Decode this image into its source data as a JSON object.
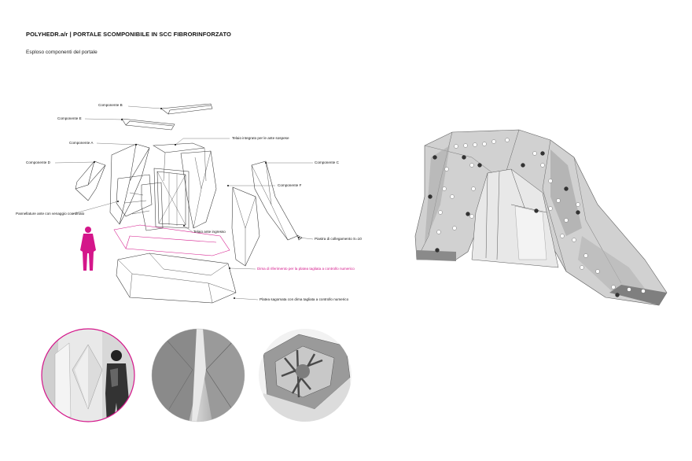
{
  "header": {
    "title": "POLYHEDR.a/r | PORTALE SCOMPONIBILE IN SCC FIBRORINFORZATO",
    "subtitle": "Esploso componenti del portale"
  },
  "labels": {
    "componente_b": "Componente B",
    "componente_e": "Componente E",
    "componente_a": "Componente A",
    "componente_d": "Componente D",
    "componente_c": "Componente C",
    "componente_f": "Componente F",
    "telaio_integrato": "Telaio integrato per le ante sospese",
    "pannellature": "Pannellature ante con venaggio coordinato",
    "telaio_ingresso": "Telaio ante ingresso",
    "piastra": "Piastra di collegamento S=10",
    "dima": "Dima di riferimento per la platea tagliata a controllo numerico",
    "platea": "Platea sagomata con dima tagliata a controllo numerico"
  },
  "colors": {
    "accent": "#d4168a",
    "line": "#333333"
  }
}
